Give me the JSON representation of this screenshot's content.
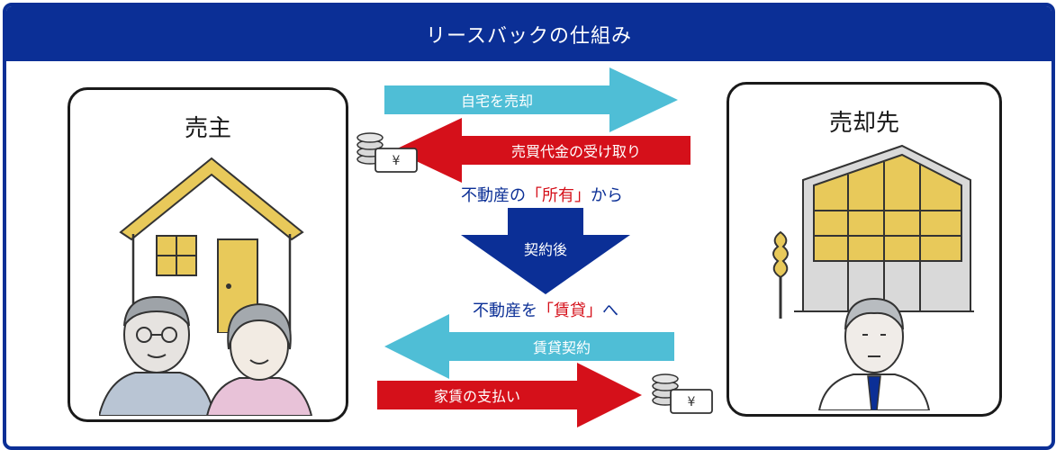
{
  "title": "リースバックの仕組み",
  "seller": {
    "label": "売主"
  },
  "buyer": {
    "label": "売却先"
  },
  "arrows": {
    "sell_home": "自宅を売却",
    "receive_payment": "売買代金の受け取り",
    "lease_contract": "賃貸契約",
    "pay_rent": "家賃の支払い"
  },
  "transition": {
    "from_prefix": "不動産の",
    "from_highlight": "「所有」",
    "from_suffix": "から",
    "after_contract": "契約後",
    "to_prefix": "不動産を",
    "to_highlight": "「賃貸」",
    "to_suffix": "へ"
  },
  "money_symbol": "¥",
  "colors": {
    "frame_blue": "#0b2f96",
    "light_blue_arrow": "#4fbed6",
    "red_arrow": "#d5101a",
    "highlight_red": "#d5101a",
    "building_yellow": "#e8c95a"
  },
  "icons": [
    "house-icon",
    "elderly-couple-icon",
    "office-building-icon",
    "businessman-icon",
    "tree-icon",
    "coins-and-bill-icon"
  ]
}
